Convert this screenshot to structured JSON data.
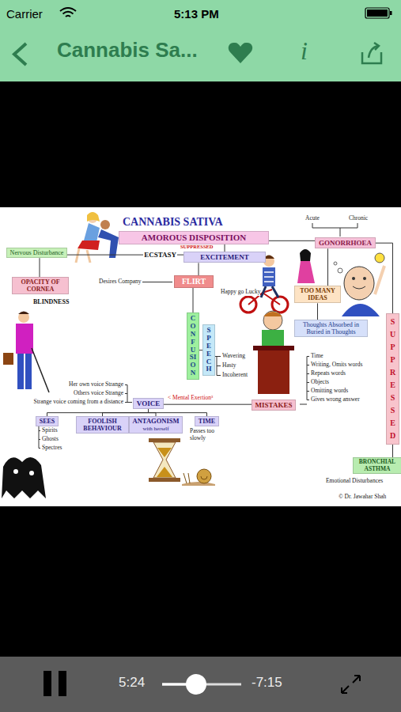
{
  "diagram": {
    "title": "CANNABIS SATIVA",
    "nodes": [
      {
        "text": [
          "AMOROUS DISPOSITION"
        ]
      },
      {
        "text": [
          "GONORRHOEA"
        ]
      },
      {
        "text": [
          "Nervous Disturbance"
        ]
      },
      {
        "text": [
          "EXCITEMENT"
        ]
      },
      {
        "text": [
          "OPACITY OF CORNEA"
        ]
      },
      {
        "text": [
          "FLIRT"
        ]
      },
      {
        "text": [
          "TOO MANY IDEAS"
        ]
      },
      {
        "text": [
          "Thoughts Absorbed in Buried in Thoughts"
        ]
      },
      {
        "text": [
          "CONFUSION"
        ]
      },
      {
        "text": [
          "SPEECH"
        ]
      },
      {
        "text": [
          "SUPPRESSED"
        ]
      },
      {
        "text": [
          "VOICE"
        ]
      },
      {
        "text": [
          "MISTAKES"
        ]
      },
      {
        "text": [
          "SEES"
        ]
      },
      {
        "text": [
          "FOOLISH BEHAVIOUR"
        ]
      },
      {
        "text": [
          "ANTAGONISM",
          "with herself"
        ]
      },
      {
        "text": [
          "TIME"
        ]
      },
      {
        "text": [
          "BRONCHIAL ASTHMA"
        ]
      }
    ],
    "edges": [
      {
        "from": 0,
        "to": 1,
        "arrow": "none"
      },
      {
        "from": 2,
        "to": 3,
        "label": "ECSTASY",
        "arrow": "none"
      },
      {
        "from": 0,
        "to": 3,
        "arrow": "none"
      },
      {
        "from": 2,
        "to": 4,
        "arrow": "none"
      },
      {
        "from": 5,
        "to": 3,
        "arrow": "none"
      },
      {
        "from": 5,
        "to": 8,
        "arrow": "none"
      },
      {
        "from": 8,
        "to": 9,
        "arrow": "none"
      },
      {
        "from": 11,
        "to": 12,
        "arrow": "none"
      },
      {
        "from": 11,
        "to": 13,
        "arrow": "none"
      },
      {
        "from": 11,
        "to": 14,
        "arrow": "none"
      },
      {
        "from": 11,
        "to": 15,
        "arrow": "none"
      },
      {
        "from": 11,
        "to": 16,
        "arrow": "none"
      },
      {
        "from": 1,
        "to": 6,
        "arrow": "none"
      },
      {
        "from": 6,
        "to": 7,
        "arrow": "none"
      },
      {
        "from": 1,
        "to": 10,
        "arrow": "none"
      },
      {
        "from": 10,
        "to": 17,
        "arrow": "none"
      }
    ],
    "labels": [
      "Carrier",
      "5:13 PM",
      "Cannabis Sa...",
      "i",
      "Acute",
      "Chronic",
      "SUPPRESSED",
      "BLINDNESS",
      "Desires Company",
      "Happy go Lucky",
      "Wavering",
      "Hasty",
      "Incoherent",
      "Time",
      "Writing, Omits words",
      "Repeats words",
      "Objects",
      "Omitting words",
      "Gives wrong answer",
      "Her own voice Strange",
      "Others voice Strange",
      "Strange voice coming from a distance",
      "< Mental Exertion³",
      "Spirits",
      "Ghosts",
      "Spectres",
      "Passes too slowly",
      "Emotional Disturbances",
      "© Dr. Jawahar Shah",
      "5:24",
      "-7:15"
    ]
  }
}
